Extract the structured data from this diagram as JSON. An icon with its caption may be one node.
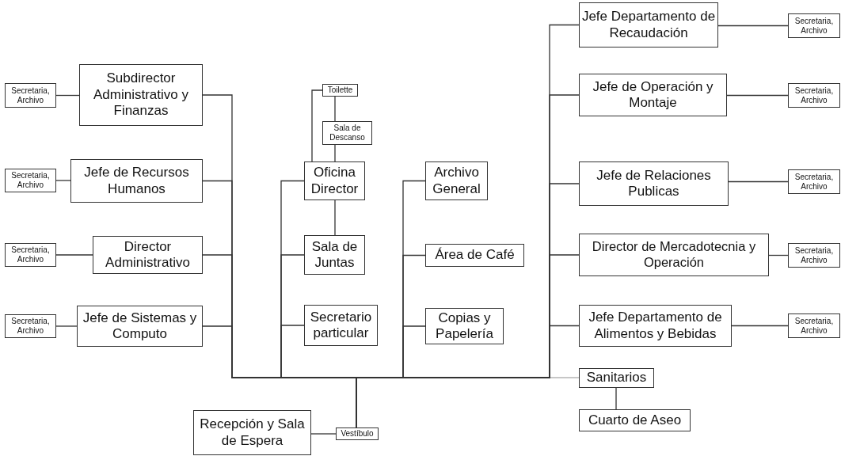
{
  "diagram": {
    "nodes": [
      {
        "text": [
          "Jefe Departamento de Recaudación"
        ]
      },
      {
        "text": [
          "Secretaria, Archivo"
        ]
      },
      {
        "text": [
          "Secretaria, Archivo"
        ]
      },
      {
        "text": [
          "Subdirector Administrativo y Finanzas"
        ]
      },
      {
        "text": [
          "Jefe de Operación y Montaje"
        ]
      },
      {
        "text": [
          "Secretaria, Archivo"
        ]
      },
      {
        "text": [
          "Toilette"
        ]
      },
      {
        "text": [
          "Sala de Descanso"
        ]
      },
      {
        "text": [
          "Secretaria, Archivo"
        ]
      },
      {
        "text": [
          "Jefe de Recursos Humanos"
        ]
      },
      {
        "text": [
          "Oficina Director"
        ]
      },
      {
        "text": [
          "Archivo General"
        ]
      },
      {
        "text": [
          "Jefe de Relaciones Publicas"
        ]
      },
      {
        "text": [
          "Secretaria, Archivo"
        ]
      },
      {
        "text": [
          "Secretaria, Archivo"
        ]
      },
      {
        "text": [
          "Director Administrativo"
        ]
      },
      {
        "text": [
          "Sala de Juntas"
        ]
      },
      {
        "text": [
          "Área de Café"
        ]
      },
      {
        "text": [
          "Director de Mercadotecnia y Operación"
        ]
      },
      {
        "text": [
          "Secretaria, Archivo"
        ]
      },
      {
        "text": [
          "Secretaria, Archivo"
        ]
      },
      {
        "text": [
          "Jefe de Sistemas y Computo"
        ]
      },
      {
        "text": [
          "Secretario particular"
        ]
      },
      {
        "text": [
          "Copias y Papelería"
        ]
      },
      {
        "text": [
          "Jefe Departamento de Alimentos y Bebidas"
        ]
      },
      {
        "text": [
          "Secretaria, Archivo"
        ]
      },
      {
        "text": [
          "Sanitarios"
        ]
      },
      {
        "text": [
          "Recepción y Sala de Espera"
        ]
      },
      {
        "text": [
          "Vestíbulo"
        ]
      },
      {
        "text": [
          "Cuarto de Aseo"
        ]
      }
    ],
    "edges": [
      {
        "from": 0,
        "to": 1,
        "arrow": "none"
      },
      {
        "from": 3,
        "to": 2,
        "arrow": "none"
      },
      {
        "from": 4,
        "to": 5,
        "arrow": "none"
      },
      {
        "from": 9,
        "to": 8,
        "arrow": "none"
      },
      {
        "from": 12,
        "to": 13,
        "arrow": "none"
      },
      {
        "from": 15,
        "to": 14,
        "arrow": "none"
      },
      {
        "from": 18,
        "to": 19,
        "arrow": "none"
      },
      {
        "from": 21,
        "to": 20,
        "arrow": "none"
      },
      {
        "from": 24,
        "to": 25,
        "arrow": "none"
      },
      {
        "from": 10,
        "to": 6,
        "arrow": "none"
      },
      {
        "from": 6,
        "to": 7,
        "arrow": "none"
      },
      {
        "from": 7,
        "to": 10,
        "arrow": "none"
      },
      {
        "from": 10,
        "to": 16,
        "arrow": "none"
      },
      {
        "from": 27,
        "to": 28,
        "arrow": "none"
      },
      {
        "from": 28,
        "to": 3,
        "arrow": "none"
      },
      {
        "from": 28,
        "to": 9,
        "arrow": "none"
      },
      {
        "from": 28,
        "to": 15,
        "arrow": "none"
      },
      {
        "from": 28,
        "to": 21,
        "arrow": "none"
      },
      {
        "from": 28,
        "to": 10,
        "arrow": "none"
      },
      {
        "from": 28,
        "to": 16,
        "arrow": "none"
      },
      {
        "from": 28,
        "to": 22,
        "arrow": "none"
      },
      {
        "from": 28,
        "to": 11,
        "arrow": "none"
      },
      {
        "from": 28,
        "to": 17,
        "arrow": "none"
      },
      {
        "from": 28,
        "to": 23,
        "arrow": "none"
      },
      {
        "from": 28,
        "to": 0,
        "arrow": "none"
      },
      {
        "from": 28,
        "to": 4,
        "arrow": "none"
      },
      {
        "from": 28,
        "to": 12,
        "arrow": "none"
      },
      {
        "from": 28,
        "to": 18,
        "arrow": "none"
      },
      {
        "from": 28,
        "to": 24,
        "arrow": "none"
      },
      {
        "from": 28,
        "to": 26,
        "arrow": "none",
        "color": "#b5b5b5"
      },
      {
        "from": 26,
        "to": 29,
        "arrow": "none"
      }
    ]
  }
}
